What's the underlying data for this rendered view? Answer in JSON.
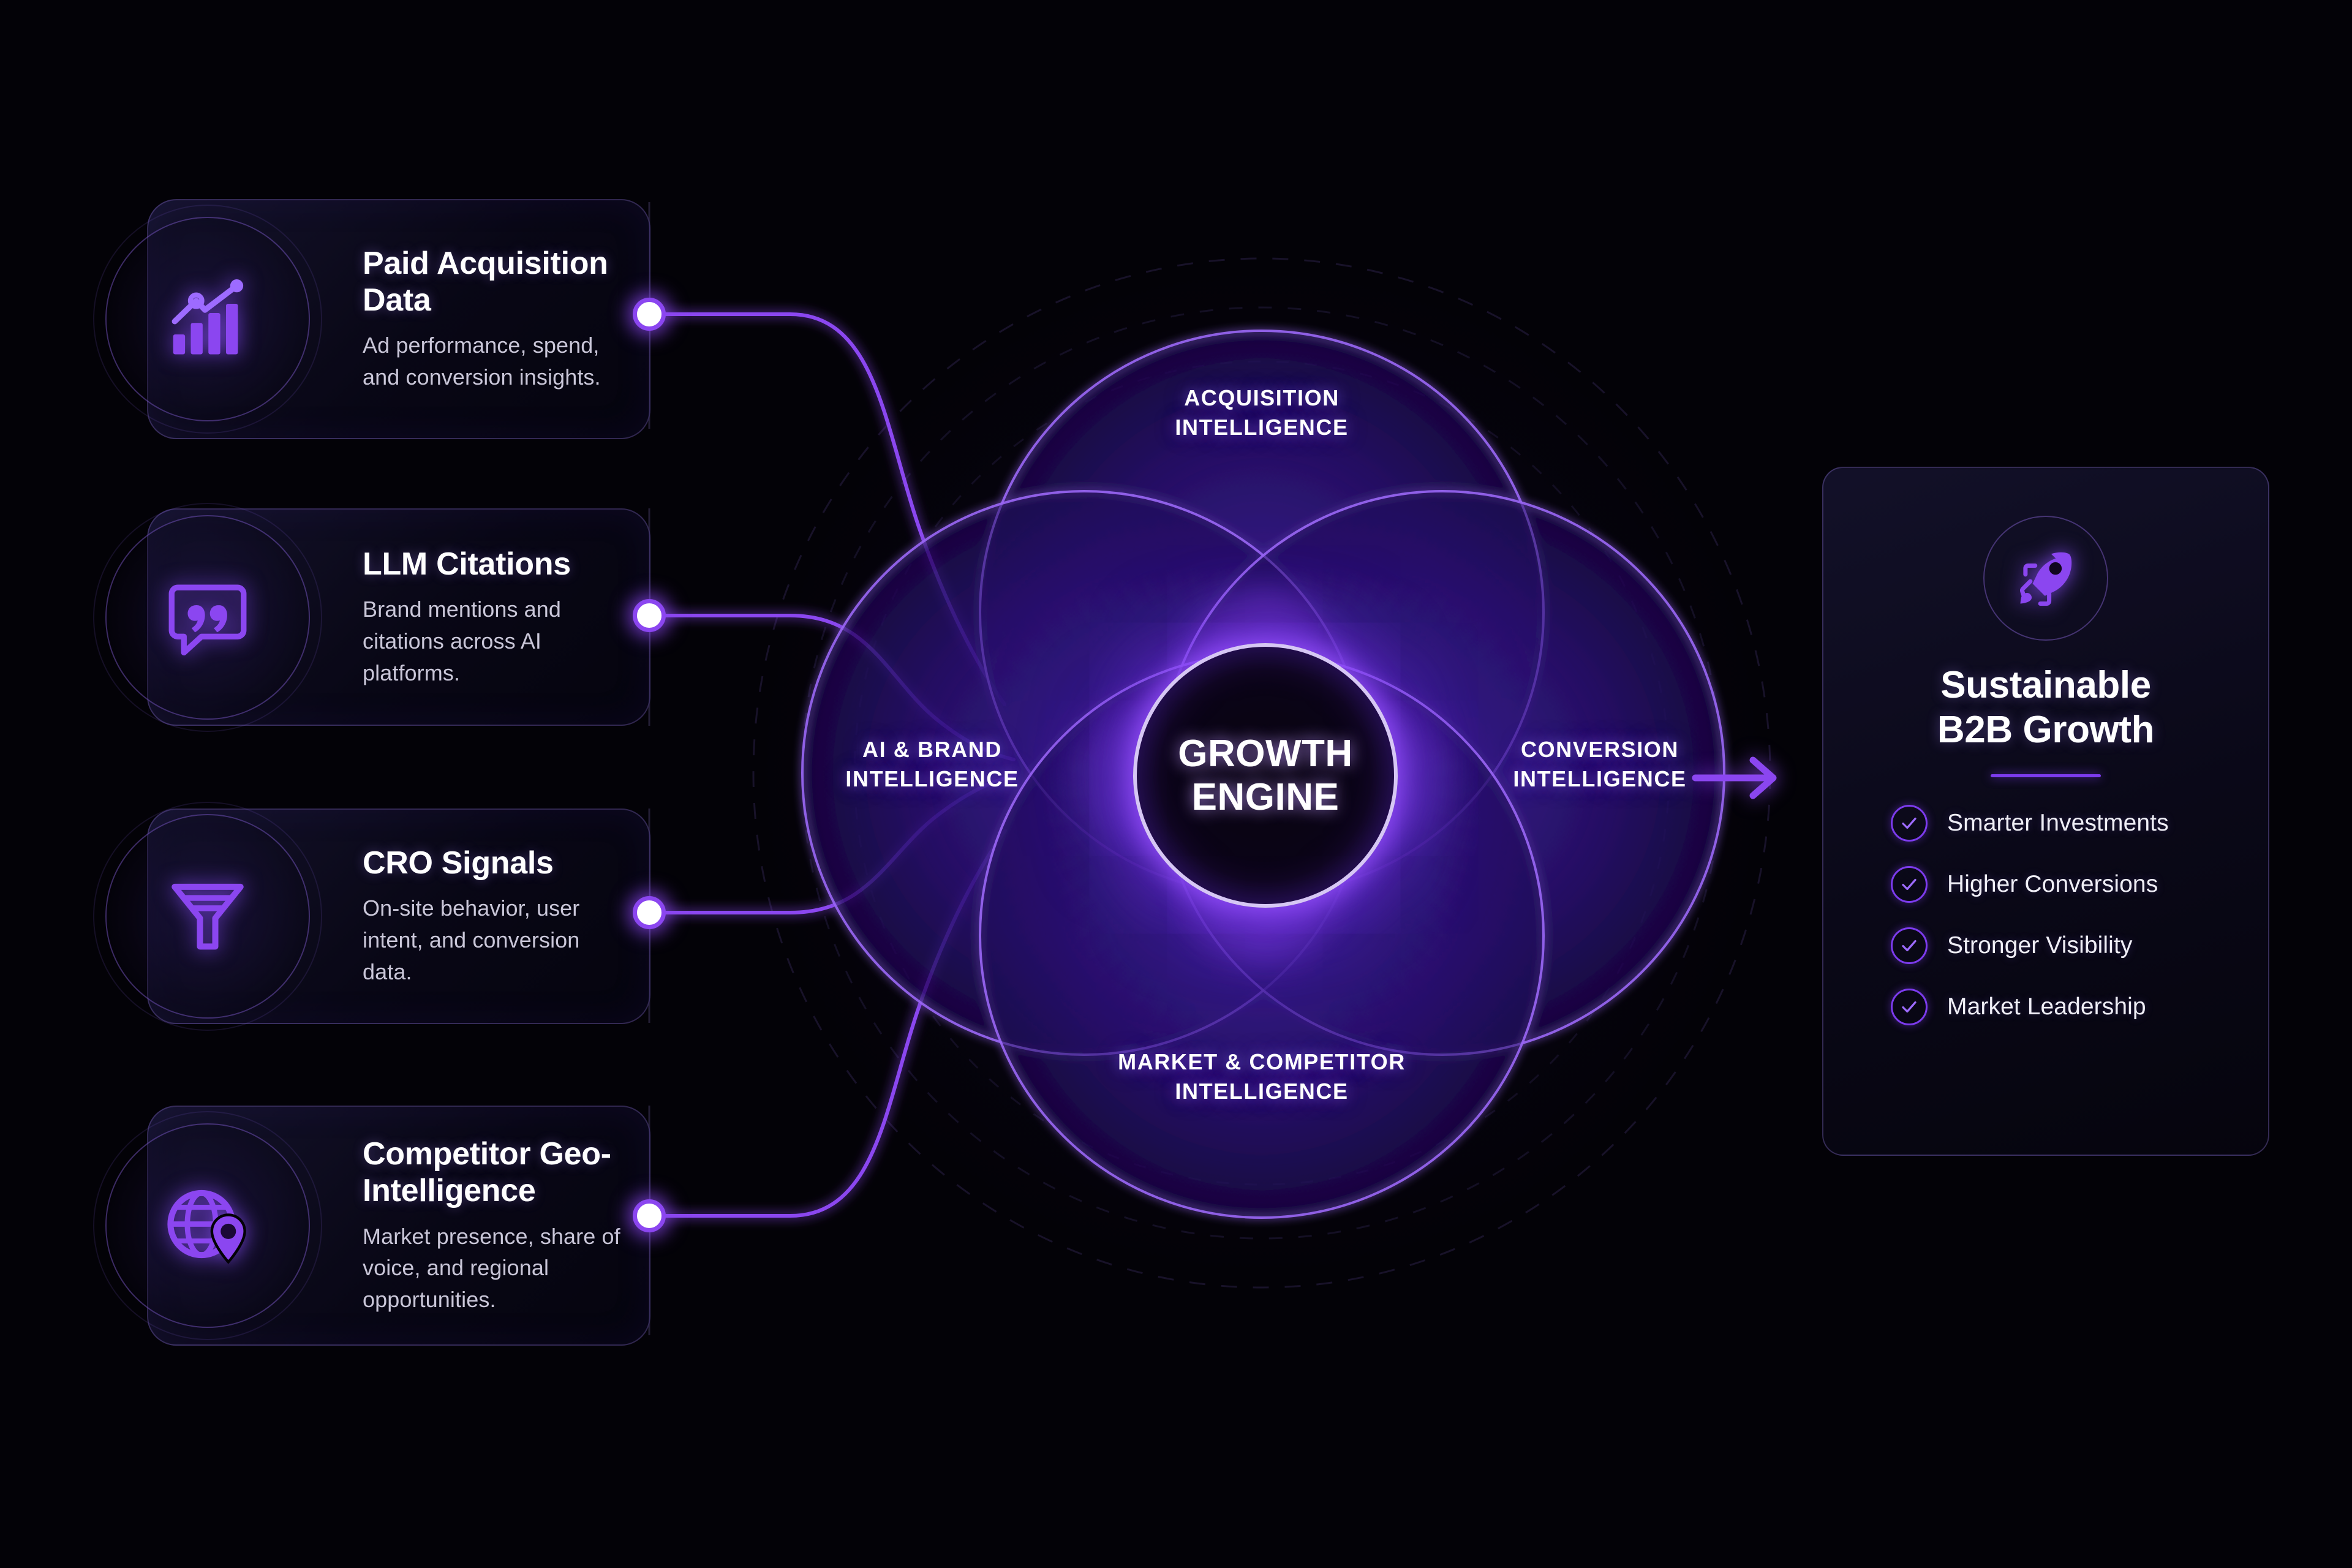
{
  "background": {
    "accent": "#7c3bed",
    "accent_bright": "#9d6bff",
    "surface": "#0b0a1c",
    "page_bg": "#030207"
  },
  "inputs": {
    "cards": [
      {
        "icon": "bar-chart-trend-icon",
        "title": "Paid Acquisition Data",
        "desc": "Ad performance, spend, and conversion insights."
      },
      {
        "icon": "quote-bubble-icon",
        "title": "LLM Citations",
        "desc": "Brand mentions and citations across AI platforms."
      },
      {
        "icon": "funnel-icon",
        "title": "CRO Signals",
        "desc": "On-site behavior, user intent, and conversion data."
      },
      {
        "icon": "globe-pin-icon",
        "title": "Competitor Geo-Intelligence",
        "desc": "Market presence, share of voice, and regional opportunities."
      }
    ]
  },
  "venn": {
    "core_line1": "GROWTH",
    "core_line2": "ENGINE",
    "lobes": [
      {
        "id": "top",
        "line1": "ACQUISITION",
        "line2": "INTELLIGENCE"
      },
      {
        "id": "left",
        "line1": "AI & BRAND",
        "line2": "INTELLIGENCE"
      },
      {
        "id": "right",
        "line1": "CONVERSION",
        "line2": "INTELLIGENCE"
      },
      {
        "id": "bottom",
        "line1": "MARKET & COMPETITOR",
        "line2": "INTELLIGENCE"
      }
    ]
  },
  "flow": {
    "arrow": "arrow-right-icon"
  },
  "outcome": {
    "icon": "rocket-icon",
    "title_line1": "Sustainable",
    "title_line2": "B2B Growth",
    "benefits": [
      "Smarter Investments",
      "Higher Conversions",
      "Stronger Visibility",
      "Market Leadership"
    ]
  }
}
